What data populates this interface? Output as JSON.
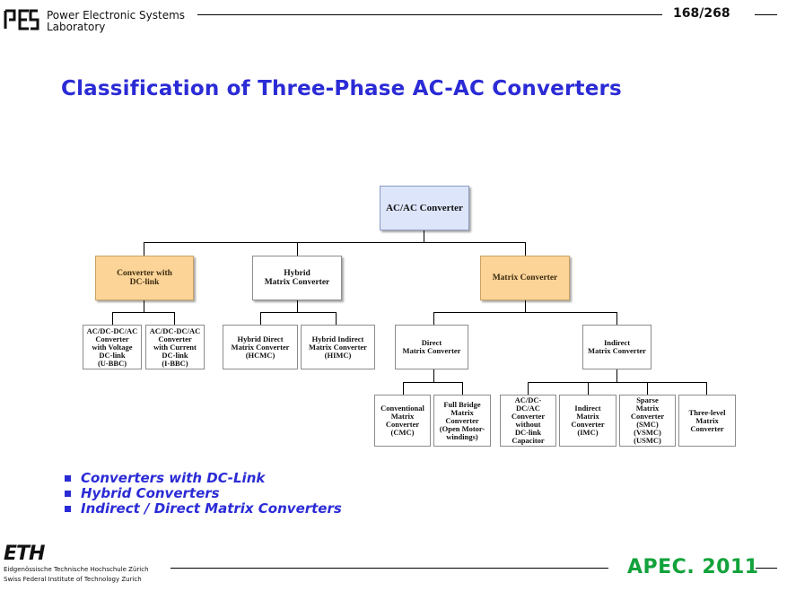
{
  "header": {
    "lab_name_line1": "Power Electronic Systems",
    "lab_name_line2": "Laboratory",
    "page_number": "168/268"
  },
  "title": "Classification of Three-Phase AC-AC Converters",
  "diagram": {
    "root": "AC/AC Converter",
    "converter_dc_link": "Converter with\nDC-link",
    "hybrid_matrix": "Hybrid\nMatrix Converter",
    "matrix_converter": "Matrix Converter",
    "u_bbc": "AC/DC-DC/AC\nConverter\nwith Voltage\nDC-link\n(U-BBC)",
    "i_bbc": "AC/DC-DC/AC\nConverter\nwith Current\nDC-link\n(I-BBC)",
    "hcmc": "Hybrid Direct\nMatrix Converter\n(HCMC)",
    "himc": "Hybrid Indirect\nMatrix Converter\n(HIMC)",
    "direct_mc": "Direct\nMatrix Converter",
    "indirect_mc": "Indirect\nMatrix Converter",
    "cmc": "Conventional\nMatrix\nConverter\n(CMC)",
    "full_bridge": "Full Bridge\nMatrix\nConverter\n(Open Motor-\nwindings)",
    "ac_dc_no_cap": "AC/DC-\nDC/AC\nConverter\nwithout\nDC-link\nCapacitor",
    "imc": "Indirect\nMatrix\nConverter\n(IMC)",
    "sparse": "Sparse\nMatrix\nConverter\n(SMC)\n(VSMC)\n(USMC)",
    "three_level": "Three-level\nMatrix\nConverter"
  },
  "bullets": [
    "Converters with DC-Link",
    "Hybrid Converters",
    "Indirect / Direct Matrix Converters"
  ],
  "footer": {
    "eth_logo": "ETH",
    "eth_line1": "Eidgenössische Technische Hochschule Zürich",
    "eth_line2": "Swiss Federal Institute of Technology Zurich",
    "conference": "APEC. 2011"
  },
  "colors": {
    "title_blue": "#2b2bd6",
    "root_fill": "#dde5fb",
    "orange_fill": "#fcd497",
    "apec_green": "#12a23b"
  }
}
